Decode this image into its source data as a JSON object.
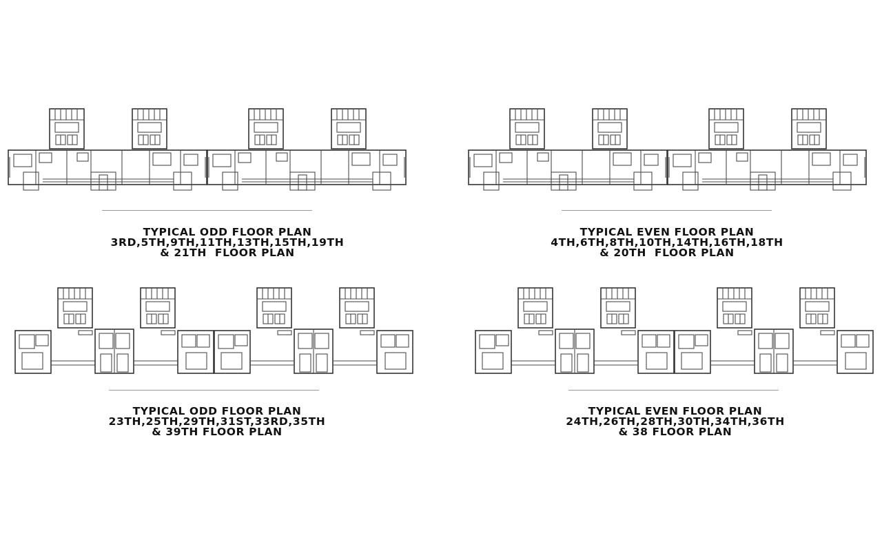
{
  "panels": [
    {
      "id": "odd-low",
      "lines": [
        "TYPICAL ODD FLOOR PLAN",
        "3RD,5TH,9TH,11TH,13TH,15TH,19TH",
        "& 21TH  FLOOR PLAN"
      ]
    },
    {
      "id": "even-low",
      "lines": [
        "TYPICAL EVEN FLOOR PLAN",
        "4TH,6TH,8TH,10TH,14TH,16TH,18TH",
        "& 20TH  FLOOR PLAN"
      ]
    },
    {
      "id": "odd-high",
      "lines": [
        "TYPICAL ODD FLOOR PLAN",
        "23TH,25TH,29TH,31ST,33RD,35TH",
        "& 39TH FLOOR PLAN"
      ]
    },
    {
      "id": "even-high",
      "lines": [
        "TYPICAL EVEN FLOOR PLAN",
        "24TH,26TH,28TH,30TH,34TH,36TH",
        "& 38 FLOOR PLAN"
      ]
    }
  ]
}
